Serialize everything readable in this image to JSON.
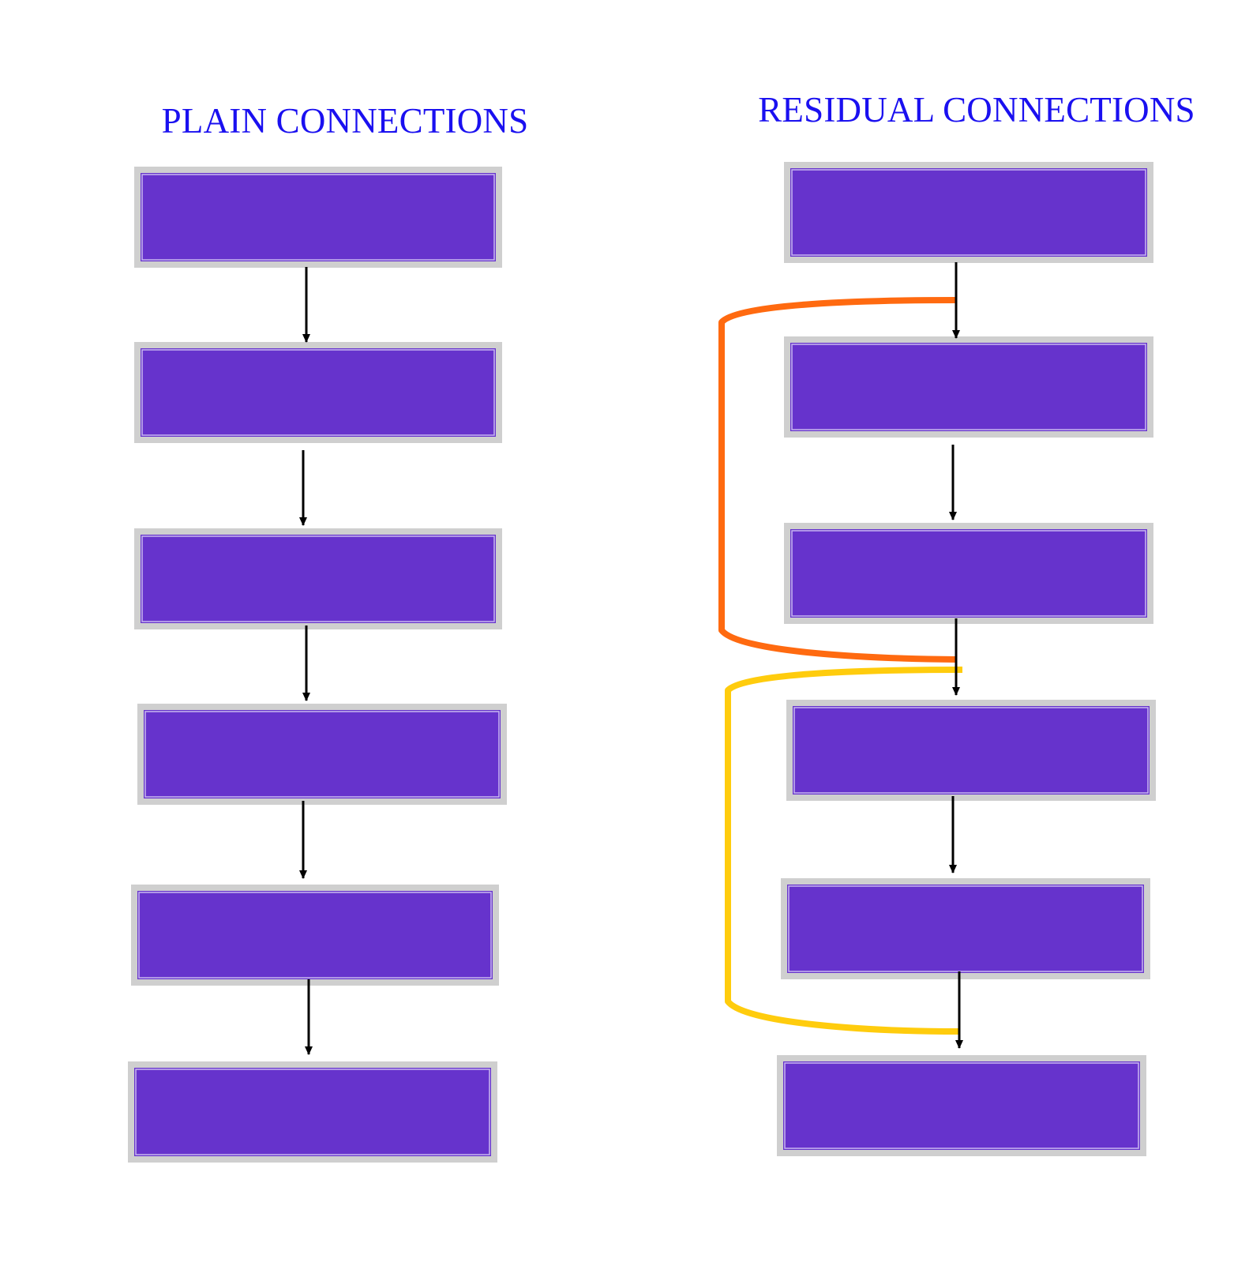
{
  "colors": {
    "background": "#ffffff",
    "title_text": "#1a10f0",
    "block_fill": "#6633cc",
    "block_frame": "#cfcfcf",
    "block_inner_stroke": "#c9b8f0",
    "arrow": "#000000",
    "skip_connection_1": "#ff6a10",
    "skip_connection_2": "#ffcc0d"
  },
  "panels": [
    {
      "id": "plain",
      "title": "PLAIN CONNECTIONS",
      "block_count": 6,
      "arrow_count": 5,
      "skip_connections": []
    },
    {
      "id": "residual",
      "title": "RESIDUAL CONNECTIONS",
      "block_count": 6,
      "arrow_count": 5,
      "skip_connections": [
        {
          "from_after_block": 1,
          "to_after_block": 3,
          "color_key": "skip_connection_1"
        },
        {
          "from_after_block": 3,
          "to_after_block": 5,
          "color_key": "skip_connection_2"
        }
      ]
    }
  ]
}
